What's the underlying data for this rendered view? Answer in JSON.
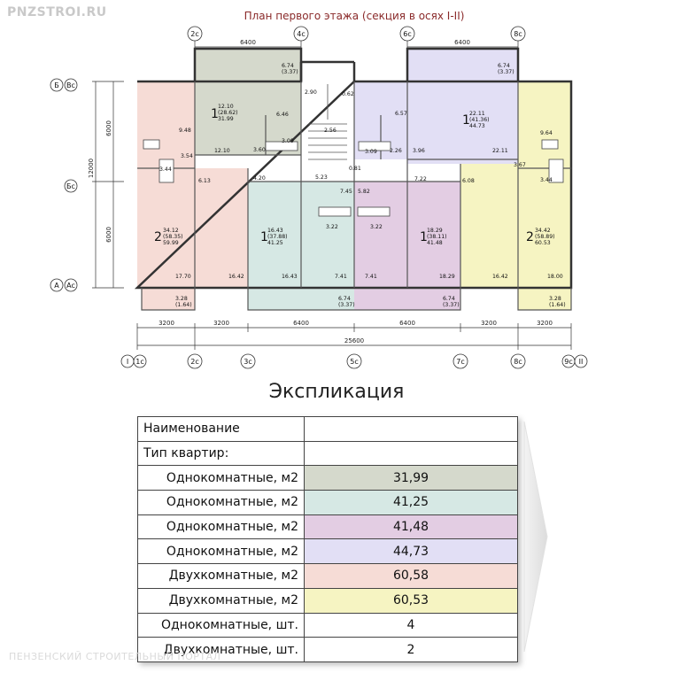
{
  "watermark_top": "PNZSTROI.RU",
  "watermark_bottom": "ПЕНЗЕНСКИЙ СТРОИТЕЛЬНЫЙ ПОРТАЛ",
  "plan_title": "План первого этажа (секция в осях I-II)",
  "colors": {
    "apt_green": "#d5d9cc",
    "apt_teal": "#d6e8e4",
    "apt_purple": "#e3cde3",
    "apt_lilac": "#e2dff5",
    "apt_pink": "#f6dcd6",
    "apt_yellow": "#f6f4c2"
  },
  "top_axes": [
    "2c",
    "4c",
    "6c",
    "8c"
  ],
  "bottom_axes": [
    "I",
    "1c",
    "2c",
    "3c",
    "5c",
    "7c",
    "8c",
    "9c",
    "II"
  ],
  "left_axes": [
    "Б",
    "Вс",
    "Бс",
    "А",
    "Ас"
  ],
  "top_dims": [
    "6400",
    "6400"
  ],
  "bottom_dims": [
    "3200",
    "3200",
    "6400",
    "6400",
    "3200",
    "3200"
  ],
  "total_dim": "25600",
  "left_dims": [
    "12000",
    "6000",
    "6000"
  ],
  "apartments": [
    {
      "rooms": "1",
      "line1": "12.10",
      "line2": "(28.62)",
      "line3": "31.99"
    },
    {
      "rooms": "1",
      "line1": "22.11",
      "line2": "(41.36)",
      "line3": "44.73"
    },
    {
      "rooms": "2",
      "line1": "34.12",
      "line2": "(58.35)",
      "line3": "59.99"
    },
    {
      "rooms": "1",
      "line1": "16.43",
      "line2": "(37.88)",
      "line3": "41.25"
    },
    {
      "rooms": "1",
      "line1": "18.29",
      "line2": "(38.11)",
      "line3": "41.48"
    },
    {
      "rooms": "2",
      "line1": "34.42",
      "line2": "(58.89)",
      "line3": "60.53"
    }
  ],
  "room_labels": {
    "r1": "6.74",
    "r2": "(3.37)",
    "r3": "9.48",
    "r4": "3.54",
    "r5": "3.44",
    "r6": "6.13",
    "r7": "4.20",
    "r8": "12.10",
    "r9": "3.60",
    "r10": "6.46",
    "r11": "3.09",
    "r12": "2.90",
    "r13": "0.62",
    "r14": "2.56",
    "r15": "0.81",
    "r16": "5.23",
    "r17": "7.45",
    "r18": "5.82",
    "r19": "6.57",
    "r20": "3.09",
    "r21": "2.26",
    "r22": "3.96",
    "r23": "22.11",
    "r24": "9.64",
    "r25": "3.67",
    "r26": "3.44",
    "r27": "6.08",
    "r28": "7.22",
    "r29": "3.22",
    "r30": "3.22",
    "r31": "17.70",
    "r32": "16.42",
    "r33": "16.43",
    "r34": "7.41",
    "r35": "7.41",
    "r36": "18.29",
    "r37": "16.42",
    "r38": "18.00",
    "r39": "3.28",
    "r40": "(1.64)",
    "r41": "6.74",
    "r42": "(3.37)",
    "r43": "6.74",
    "r44": "(3.37)",
    "r45": "3.28",
    "r46": "(1.64)",
    "r47": "6.74",
    "r48": "(3.37)"
  },
  "explication_title": "Экспликация",
  "table": {
    "rows": [
      {
        "label": "Наименование",
        "value": "",
        "color": "#ffffff",
        "align": "left"
      },
      {
        "label": "Тип квартир:",
        "value": "",
        "color": "#ffffff",
        "align": "left"
      },
      {
        "label": "Однокомнатные, м2",
        "value": "31,99",
        "color": "#d5d9cc",
        "align": "right"
      },
      {
        "label": "Однокомнатные, м2",
        "value": "41,25",
        "color": "#d6e8e4",
        "align": "right"
      },
      {
        "label": "Однокомнатные, м2",
        "value": "41,48",
        "color": "#e3cde3",
        "align": "right"
      },
      {
        "label": "Однокомнатные, м2",
        "value": "44,73",
        "color": "#e2dff5",
        "align": "right"
      },
      {
        "label": "Двухкомнатные, м2",
        "value": "60,58",
        "color": "#f6dcd6",
        "align": "right"
      },
      {
        "label": "Двухкомнатные, м2",
        "value": "60,53",
        "color": "#f6f4c2",
        "align": "right"
      },
      {
        "label": "Однокомнатные, шт.",
        "value": "4",
        "color": "#ffffff",
        "align": "right"
      },
      {
        "label": "Двухкомнатные, шт.",
        "value": "2",
        "color": "#ffffff",
        "align": "right"
      }
    ]
  }
}
